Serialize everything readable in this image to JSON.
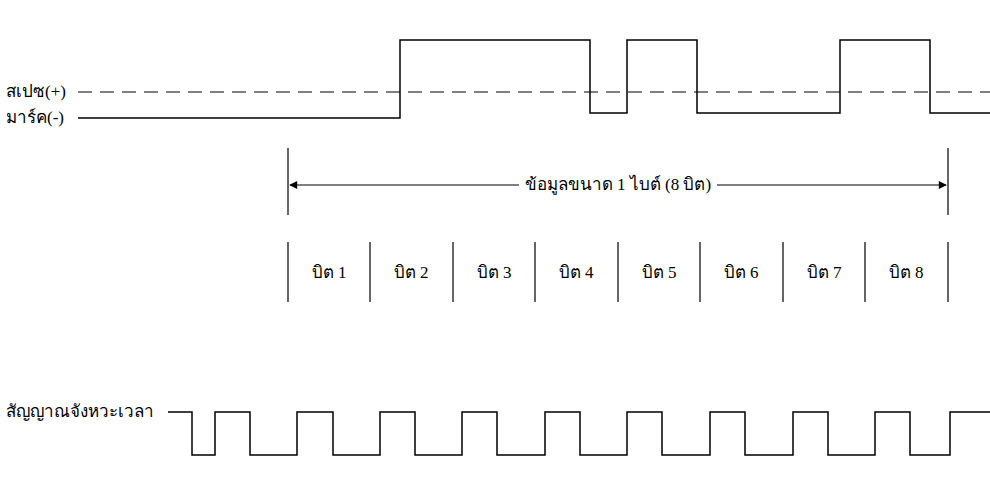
{
  "diagram": {
    "labels": [
      "สเปซ(+)",
      "มาร์ค(-)",
      "ข้อมูลขนาด 1 ไบต์ (8 บิต)",
      "บิต 1",
      "บิต 2",
      "บิต 3",
      "บิต 4",
      "บิต 5",
      "บิต 6",
      "บิต 7",
      "บิต 8",
      "สัญญาณจังหวะเวลา"
    ]
  }
}
